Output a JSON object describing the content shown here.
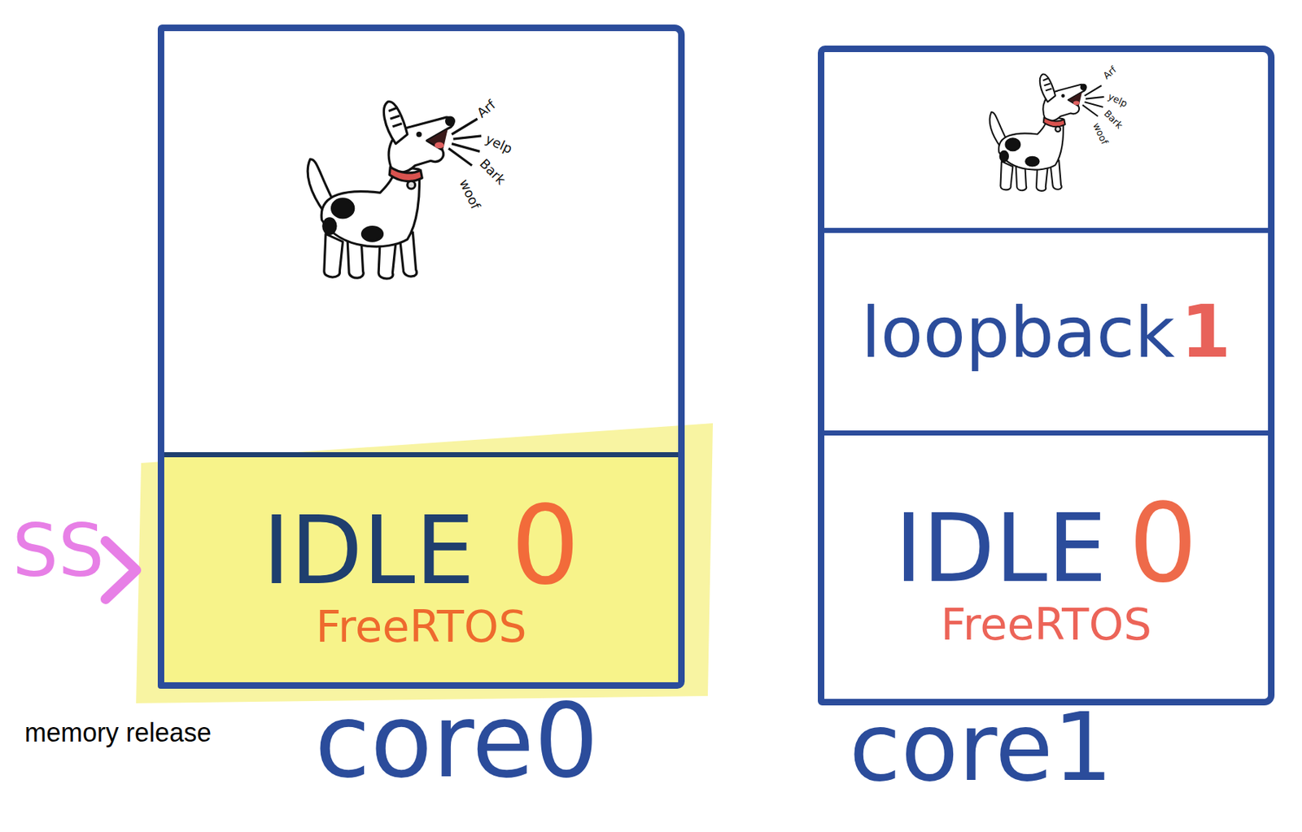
{
  "diagram": {
    "nodes": [
      {
        "text": [
          "core0"
        ]
      },
      {
        "text": [
          "IDLE",
          "0",
          "FreeRTOS"
        ],
        "in": 0
      },
      {
        "text": [
          "core1"
        ]
      },
      {
        "text": [
          "loopback",
          "1"
        ],
        "in": 2
      },
      {
        "text": [
          "IDLE",
          "0",
          "FreeRTOS"
        ],
        "in": 2
      }
    ],
    "labels": [
      "Arf",
      "yelp",
      "Bark",
      "woof",
      "Arf",
      "yelp",
      "Bark",
      "woof",
      "SS",
      "memory release"
    ]
  }
}
